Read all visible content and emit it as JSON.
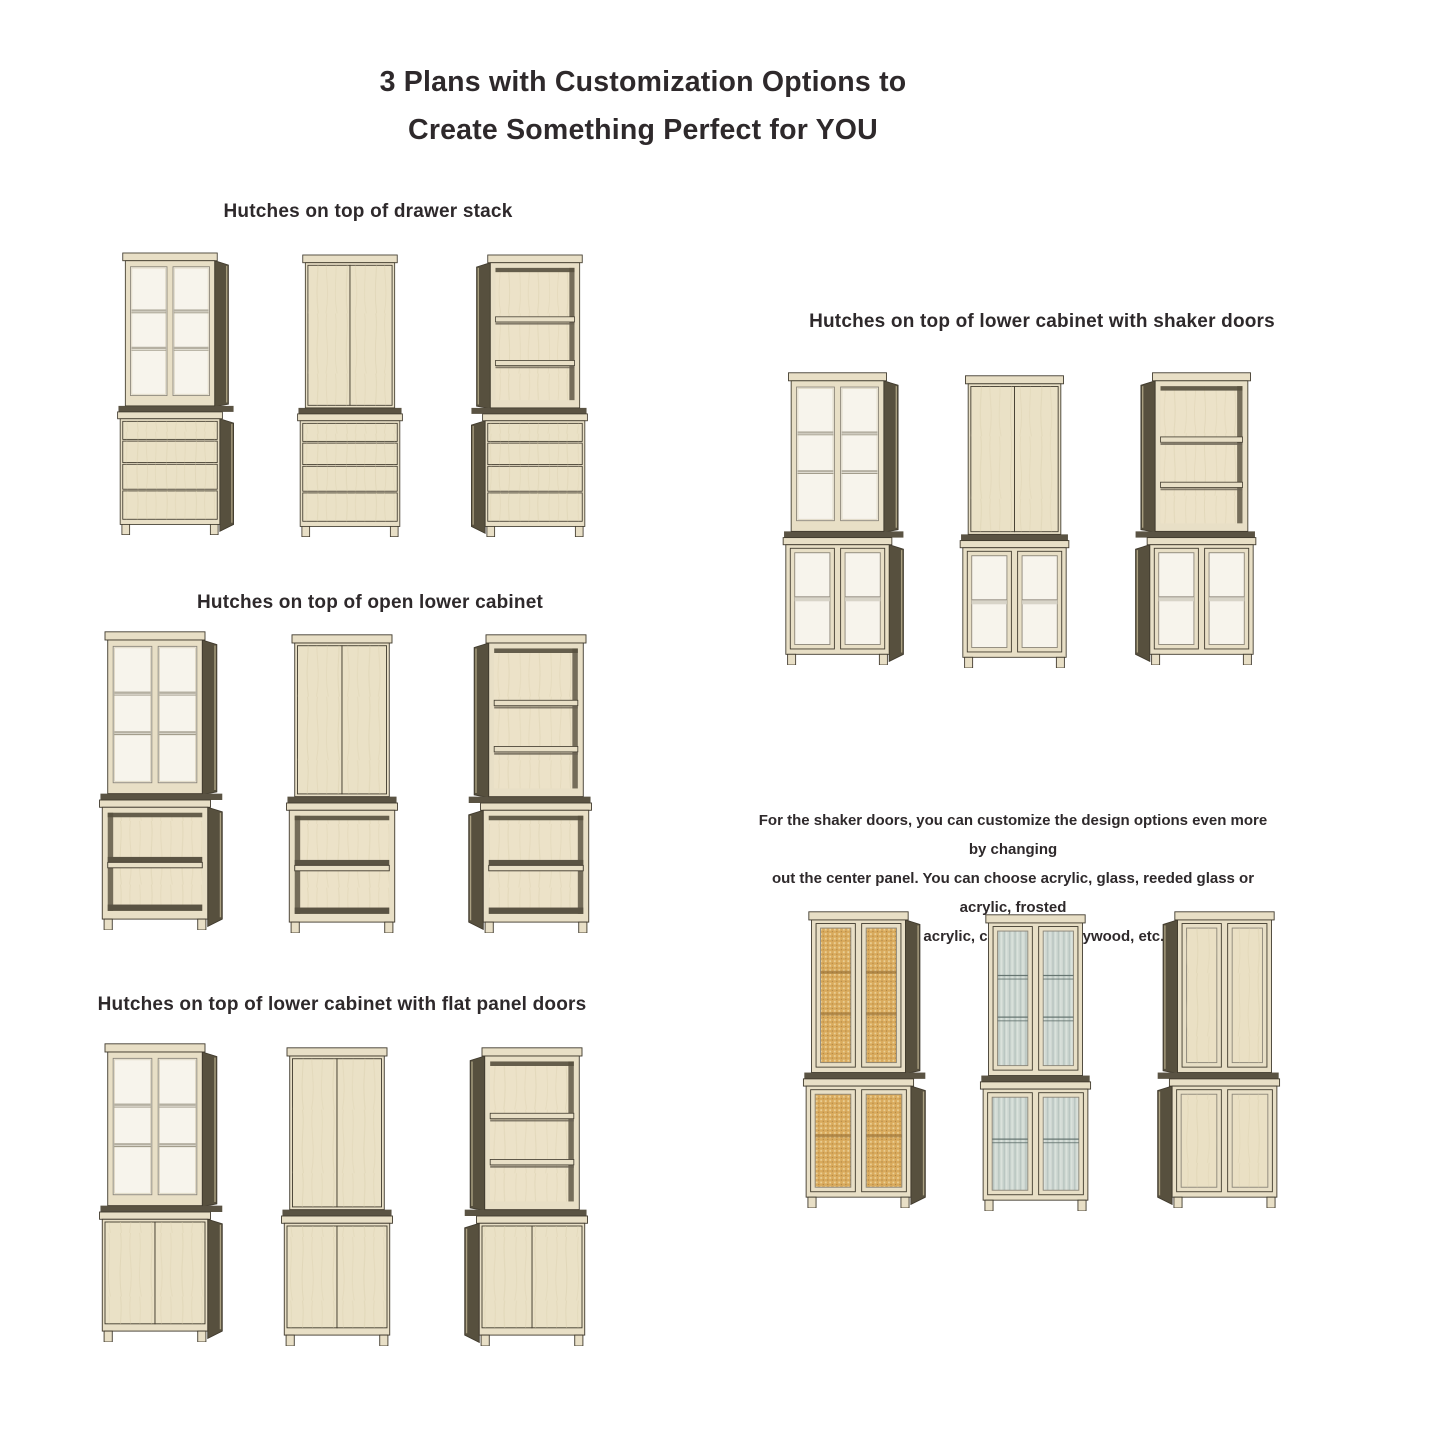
{
  "title": {
    "line1": "3 Plans with Customization Options to",
    "line2": "Create Something Perfect for YOU"
  },
  "sections": {
    "drawer_stack": {
      "heading": "Hutches on top of drawer stack",
      "cabinets": [
        {
          "hutch": "glass-doors",
          "base": "drawers",
          "view": "left"
        },
        {
          "hutch": "flat-doors",
          "base": "drawers",
          "view": "front"
        },
        {
          "hutch": "open-shelves",
          "base": "drawers",
          "view": "right"
        }
      ]
    },
    "shaker_lower": {
      "heading": "Hutches on top of lower cabinet with shaker doors",
      "cabinets": [
        {
          "hutch": "glass-doors",
          "base": "shaker-glass-doors",
          "view": "left"
        },
        {
          "hutch": "flat-doors",
          "base": "shaker-glass-doors",
          "view": "front"
        },
        {
          "hutch": "open-shelves",
          "base": "shaker-glass-doors",
          "view": "right"
        }
      ]
    },
    "open_lower": {
      "heading": "Hutches on top of open lower cabinet",
      "cabinets": [
        {
          "hutch": "glass-doors",
          "base": "open-shelf",
          "view": "left"
        },
        {
          "hutch": "flat-doors",
          "base": "open-shelf",
          "view": "front"
        },
        {
          "hutch": "open-shelves",
          "base": "open-shelf",
          "view": "right"
        }
      ]
    },
    "flat_panel_lower": {
      "heading": "Hutches on top of lower cabinet with flat panel doors",
      "cabinets": [
        {
          "hutch": "glass-doors",
          "base": "flat-doors",
          "view": "left"
        },
        {
          "hutch": "flat-doors",
          "base": "flat-doors",
          "view": "front"
        },
        {
          "hutch": "open-shelves",
          "base": "flat-doors",
          "view": "right"
        }
      ]
    },
    "panel_options": {
      "lines": [
        "For the shaker doors, you can customize the design options even more by changing",
        "out the center panel. You can choose acrylic, glass, reeded glass or acrylic, frosted",
        "glass or acrylic, cane, metal, plywood, etc."
      ],
      "cabinets": [
        {
          "hutch": "shaker-cane",
          "base": "shaker-cane",
          "view": "left"
        },
        {
          "hutch": "shaker-reeded",
          "base": "shaker-reeded",
          "view": "front"
        },
        {
          "hutch": "shaker-plywood",
          "base": "shaker-plywood",
          "view": "right"
        }
      ]
    }
  },
  "colors": {
    "background": "#ffffff",
    "text": "#2e292b",
    "wood": "#e8dfc6",
    "wood2": "#eae1c6",
    "woodLight": "#f1e9d6",
    "back": "#ece2c8",
    "outline": "#413b2e",
    "side": "#57503e",
    "counter": "#5a5343",
    "glass": "#f7f4ec",
    "glassLine": "#b5b0a2",
    "glassEdge": "#8b8578",
    "cane": "#d9aa5c",
    "caneDot": "#ecd29b",
    "caneDark": "#8a6631",
    "reed": "#cfd8d2",
    "reedStripe": "#b9c6c1",
    "reedLight": "#e2e8e2",
    "reedLine": "#5c6c68",
    "ply": "#eae0c4",
    "grain": "#d8cdab"
  }
}
